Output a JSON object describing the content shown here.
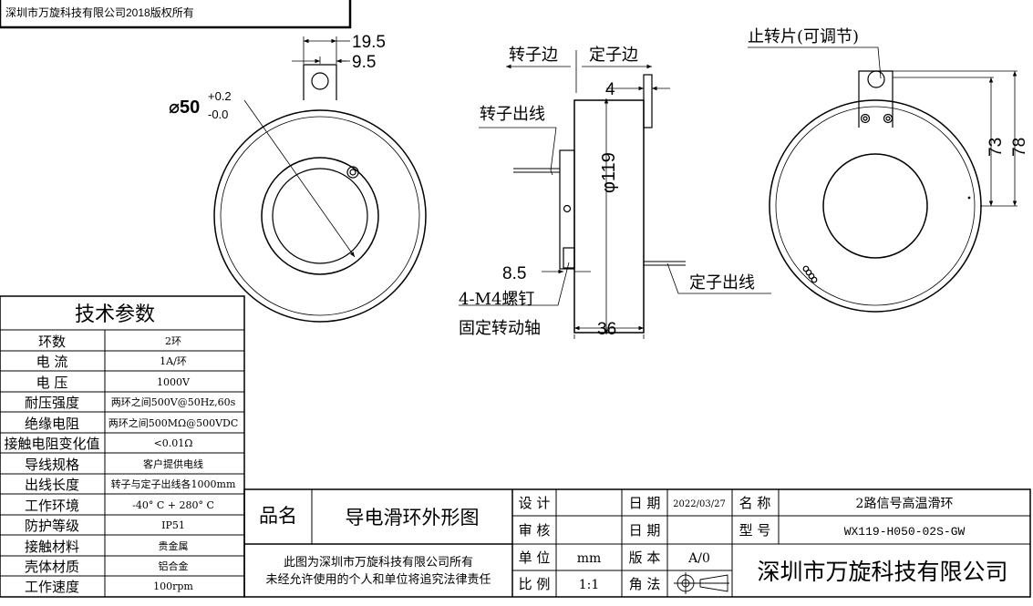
{
  "copyright": "深圳市万旋科技有限公司2018版权所有",
  "dims": {
    "d19_5": "19.5",
    "d9_5": "9.5",
    "d50": "⌀50",
    "tol_plus": "+0.2",
    "tol_minus": "-0.0",
    "d4": "4",
    "d119": "φ119",
    "d8_5": "8.5",
    "d36": "36",
    "d73": "73",
    "d78": "78"
  },
  "labels": {
    "rotor_side": "转子边",
    "stator_side": "定子边",
    "rotor_lead": "转子出线",
    "stator_lead": "定子出线",
    "screw": "4-M4螺钉",
    "fix_shaft": "固定转动轴",
    "stop_tab": "止转片(可调节)"
  },
  "spec": {
    "title": "技术参数",
    "rows": [
      {
        "k": "环数",
        "v": "2环"
      },
      {
        "k": "电 流",
        "v": "1A/环"
      },
      {
        "k": "电 压",
        "v": "1000V"
      },
      {
        "k": "耐压强度",
        "v": "两环之间500V@50Hz,60s"
      },
      {
        "k": "绝缘电阻",
        "v": "两环之间500MΩ@500VDC"
      },
      {
        "k": "接触电阻变化值",
        "v": "<0.01Ω"
      },
      {
        "k": "导线规格",
        "v": "客户提供电线"
      },
      {
        "k": "出线长度",
        "v": "转子与定子出线各1000mm"
      },
      {
        "k": "工作环境",
        "v": "-40° C + 280° C"
      },
      {
        "k": "防护等级",
        "v": "IP51"
      },
      {
        "k": "接触材料",
        "v": "贵金属"
      },
      {
        "k": "壳体材质",
        "v": "铝合金"
      },
      {
        "k": "工作速度",
        "v": "100rpm"
      }
    ]
  },
  "titleblock": {
    "name_label": "品名",
    "name_value": "导电滑环外形图",
    "design": "设 计",
    "check": "审 核",
    "unit": "单 位",
    "unit_value": "mm",
    "scale": "比 例",
    "scale_value": "1:1",
    "date": "日 期",
    "date_value": "2022/03/27",
    "date2": "日 期",
    "version": "版 本",
    "version_value": "A/0",
    "angle": "角 法",
    "title_label": "名 称",
    "title_value": "2路信号高温滑环",
    "model_label": "型 号",
    "model_value": "WX119-H050-02S-GW",
    "notice1": "此图为深圳市万旋科技有限公司所有",
    "notice2": "未经允许使用的个人和单位将追究法律责任",
    "company": "深圳市万旋科技有限公司"
  }
}
